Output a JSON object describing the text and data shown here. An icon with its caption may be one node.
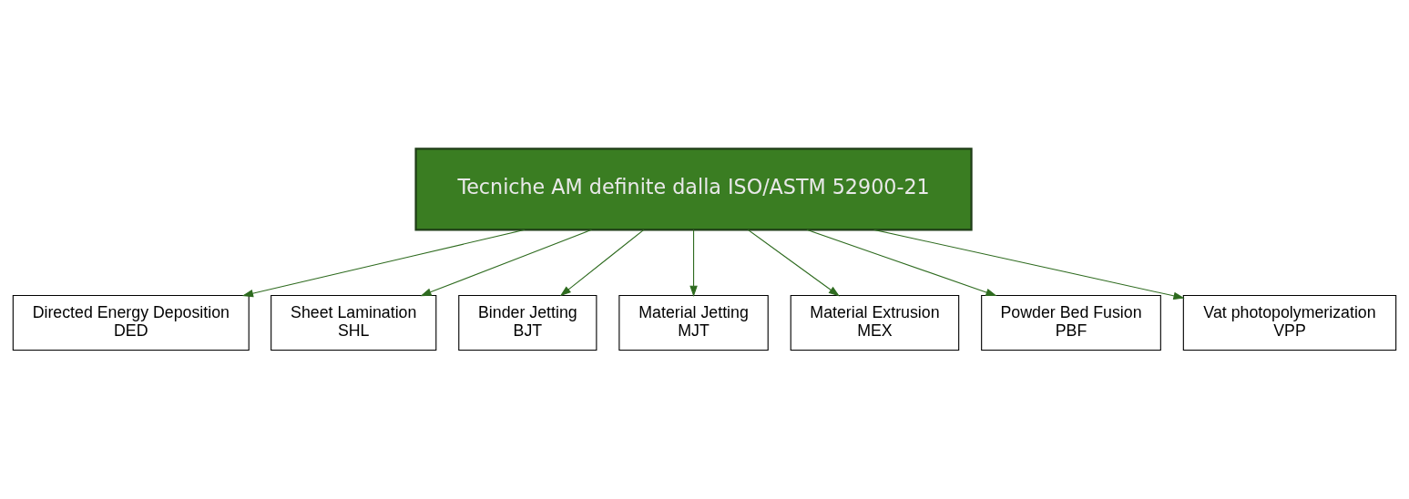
{
  "diagram": {
    "nodes": [
      {
        "text": [
          "Tecniche AM definite dalla ISO/ASTM 52900-21"
        ]
      },
      {
        "text": [
          "Directed Energy Deposition",
          "DED"
        ]
      },
      {
        "text": [
          "Sheet Lamination",
          "SHL"
        ]
      },
      {
        "text": [
          "Binder Jetting",
          "BJT"
        ]
      },
      {
        "text": [
          "Material Jetting",
          "MJT"
        ]
      },
      {
        "text": [
          "Material Extrusion",
          "MEX"
        ]
      },
      {
        "text": [
          "Powder Bed Fusion",
          "PBF"
        ]
      },
      {
        "text": [
          "Vat photopolymerization",
          "VPP"
        ]
      }
    ],
    "edges": [
      {
        "from": 0,
        "to": 1,
        "arrow": "to"
      },
      {
        "from": 0,
        "to": 2,
        "arrow": "to"
      },
      {
        "from": 0,
        "to": 3,
        "arrow": "to"
      },
      {
        "from": 0,
        "to": 4,
        "arrow": "to"
      },
      {
        "from": 0,
        "to": 5,
        "arrow": "to"
      },
      {
        "from": 0,
        "to": 6,
        "arrow": "to"
      },
      {
        "from": 0,
        "to": 7,
        "arrow": "to"
      }
    ]
  }
}
